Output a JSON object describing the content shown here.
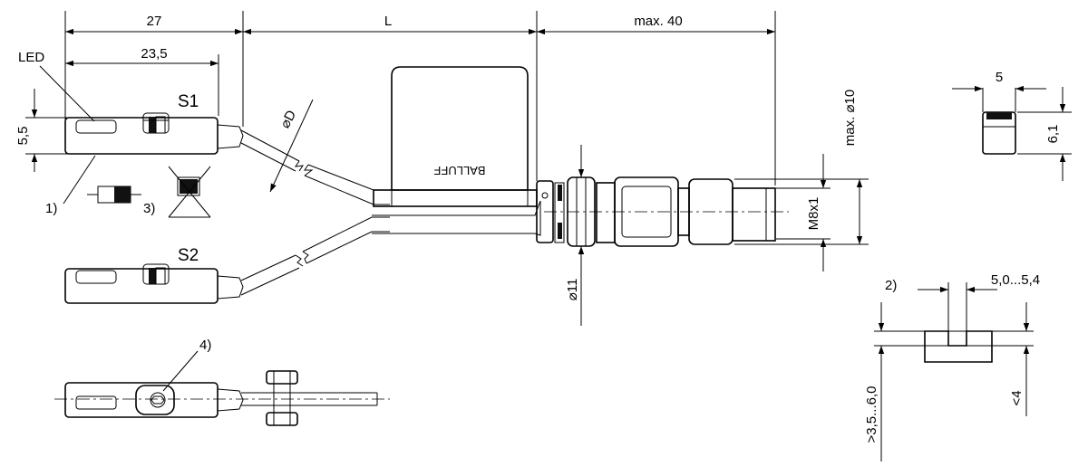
{
  "dimensions": {
    "d27": "27",
    "dL": "L",
    "dmax40": "max. 40",
    "d235": "23,5",
    "d55": "5,5",
    "dD": "⌀D",
    "d10": "max. ⌀10",
    "dM8": "M8x1",
    "d11": "⌀11",
    "d5": "5",
    "d61": "6,1",
    "dslot": "5,0...5,4",
    "d4": "<4",
    "d35": ">3,5...6,0"
  },
  "labels": {
    "led": "LED",
    "s1": "S1",
    "s2": "S2",
    "n1": "1)",
    "n2": "2)",
    "n3": "3)",
    "n4": "4)",
    "brand": "BALLUFF"
  },
  "colors": {
    "line": "#000000",
    "body_fill": "#ffffff",
    "dark": "#111111"
  }
}
